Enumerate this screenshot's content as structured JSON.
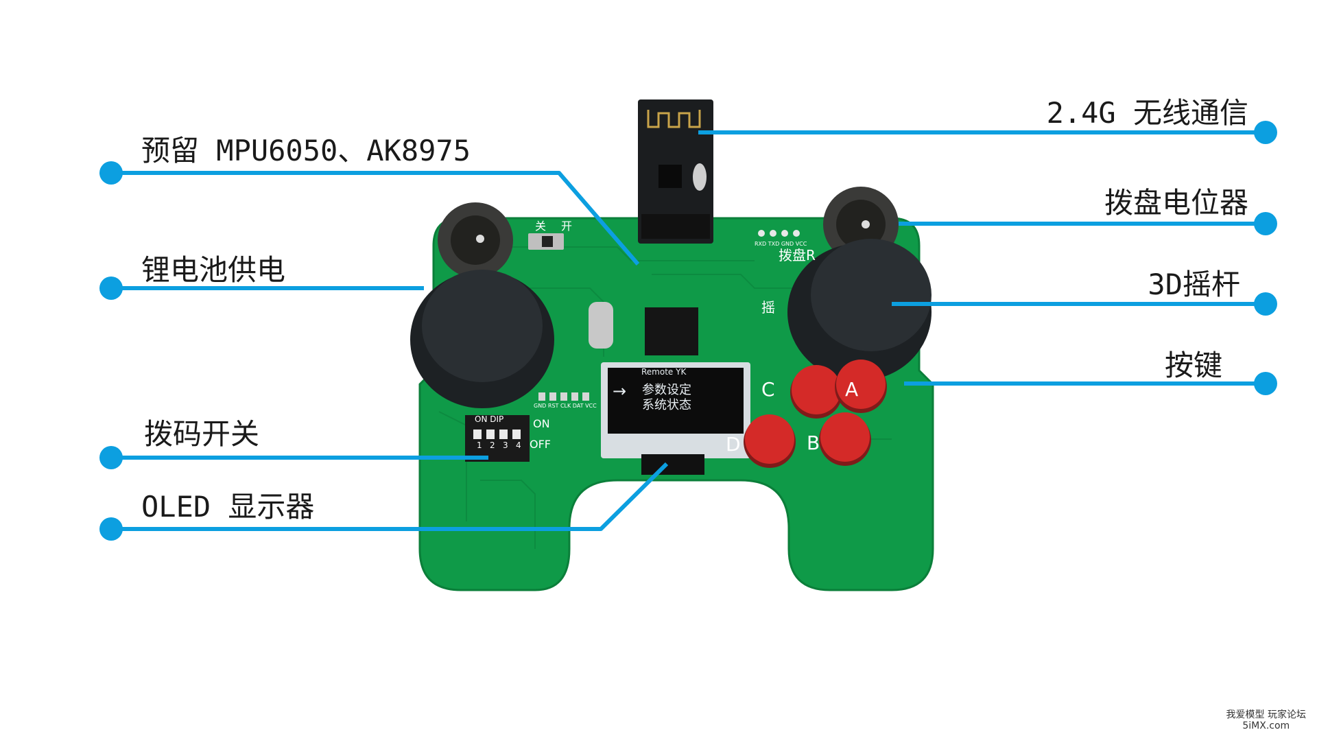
{
  "colors": {
    "line": "#0c9fe0",
    "pcb": "#0f9a48",
    "pcb_dark": "#0b7f3a",
    "knob": "#2a2f33",
    "button": "#d42a28",
    "oled_bg": "#0c0c0c",
    "oled_text": "#e8eef2"
  },
  "callouts_left": [
    {
      "id": "mpu",
      "label": "预留 MPU6050、AK8975"
    },
    {
      "id": "battery",
      "label": "锂电池供电"
    },
    {
      "id": "dip",
      "label": "拨码开关"
    },
    {
      "id": "oled",
      "label": "OLED 显示器"
    }
  ],
  "callouts_right": [
    {
      "id": "wireless",
      "label": "2.4G 无线通信"
    },
    {
      "id": "pot",
      "label": "拨盘电位器"
    },
    {
      "id": "joystick",
      "label": "3D摇杆"
    },
    {
      "id": "buttons",
      "label": "按键"
    }
  ],
  "oled": {
    "header": "Remote YK",
    "menu": [
      "参数设定",
      "系统状态"
    ],
    "arrow": "→"
  },
  "board_text": {
    "switch_left": "关",
    "switch_right": "开",
    "on": "ON",
    "off": "OFF",
    "dip_label": "ON DIP",
    "dip_nums": [
      "1",
      "2",
      "3",
      "4"
    ],
    "pins_top": "RXD TXD GND VCC",
    "pins_oled": "GND RST CLK DAT VCC",
    "btn_a": "A",
    "btn_b": "B",
    "btn_c": "C",
    "btn_d": "D",
    "dial_label": "拨盘R",
    "rocker_label": "摇"
  },
  "watermark": {
    "line1": "我爱模型 玩家论坛",
    "line2": "5iMX.com"
  }
}
